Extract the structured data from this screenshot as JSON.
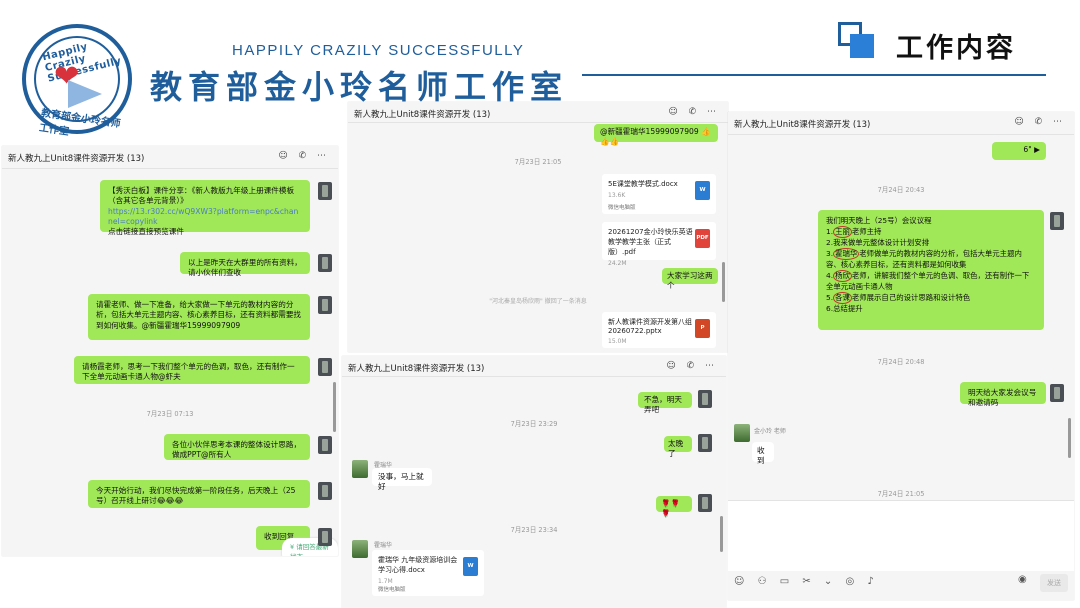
{
  "header": {
    "logo_top_text": "Happily Crazily Successfully",
    "logo_bottom_text": "教育部金小玲名师工作室",
    "tagline": "HAPPILY CRAZILY SUCCESSFULLY",
    "studio_name": "教育部金小玲名师工作室",
    "section_title": "工作内容",
    "brand_color": "#1f5e9b"
  },
  "chat_title": "新人教九上Unit8课件资源开发 (13)",
  "tool_icons": "☺ ✆ ⋯",
  "win_left": {
    "messages": [
      "【秀沃白板】课件分享：《新人教版九年级上册课件模板（含其它各单元背景）》",
      "https://13.r302.cc/wQ9XW3?platform=enpc&channel=copylink",
      "点击链接直接预览课件",
      "以上是昨天在大群里的所有资料，请小伙伴们查收",
      "请霍老师、做一下准备，给大家做一下单元的教材内容的分析，包括大单元主题内容、核心素养目标，还有资料都需要找到如何收集。@新疆霍瑞华15999097909",
      "请杨霞老师，思考一下我们整个单元的色调，取色，还有制作一下全单元动画卡通人物@虾夫",
      "各位小伙伴思考本课的整体设计思路，做成PPT@所有人",
      "今天开始行动，我们尽快完成第一阶段任务，后天晚上（25号）召开线上研讨😂😂😂",
      "收到回复"
    ],
    "timestamp": "7月23日 07:13",
    "quote_chip": "¥ 请回答最新状态"
  },
  "win_mid": {
    "mention": "@新疆霍瑞华15999097909 👍👍👍",
    "ts1": "7月23日 21:05",
    "file1": {
      "name": "5E课堂教学模式.docx",
      "size": "13.6K",
      "from": "微信电脑版"
    },
    "file2": {
      "name": "20261207金小玲快乐英语教学教学主张（正式版）.pdf",
      "size": "24.2M"
    },
    "reply1": "大家学习这两个",
    "system": "\"河北秦皇岛杨欣雨\" 撤回了一条消息",
    "file3": {
      "name": "新人教课件资源开发第八组20260722.pptx",
      "size": "15.0M"
    }
  },
  "win_low": {
    "reply1": "不急，明天弄吧",
    "ts1": "7月23日 23:29",
    "reply2": "太晚了",
    "sender": "霍瑞华",
    "incoming1": "没事，马上就好",
    "reply3": "🌹🌹🌹",
    "ts2": "7月23日 23:34",
    "file": {
      "name": "霍瑞华 九年级资源培训会学习心得.docx",
      "size": "1.7M",
      "from": "微信电脑版"
    }
  },
  "win_right": {
    "top_bubble": "6\" ▶",
    "ts1": "7月24日 20:43",
    "agenda_intro": "我们明天晚上（25号）会议议程",
    "agenda": [
      {
        "num": "1.",
        "circ": "王丽",
        "rest": "老师主持"
      },
      {
        "num": "2.",
        "circ": "",
        "rest": "我来做单元整体设计计划安排"
      },
      {
        "num": "3.",
        "circ": "霍瑞华",
        "rest": "老师做单元的教材内容的分析，包括大单元主题内容、核心素养目标，还有资料都是如何收集"
      },
      {
        "num": "4.",
        "circ": "杨欣",
        "rest": "老师，讲解我们整个单元的色调、取色，还有制作一下全单元动画卡通人物"
      },
      {
        "num": "5.",
        "circ": "各课",
        "rest": "老师展示自己的设计思路和设计特色"
      },
      {
        "num": "6.",
        "circ": "",
        "rest": "总结提升"
      }
    ],
    "ts2": "7月24日 20:48",
    "reply": "明天给大家发会议号和邀请码",
    "sender": "金小玲 老师",
    "incoming": "收到",
    "ts3": "7月24日 21:05",
    "input_tools": "☺ ⚇ ▭ ✂ ⌄ ◎ ♪",
    "send_label": "发送"
  }
}
